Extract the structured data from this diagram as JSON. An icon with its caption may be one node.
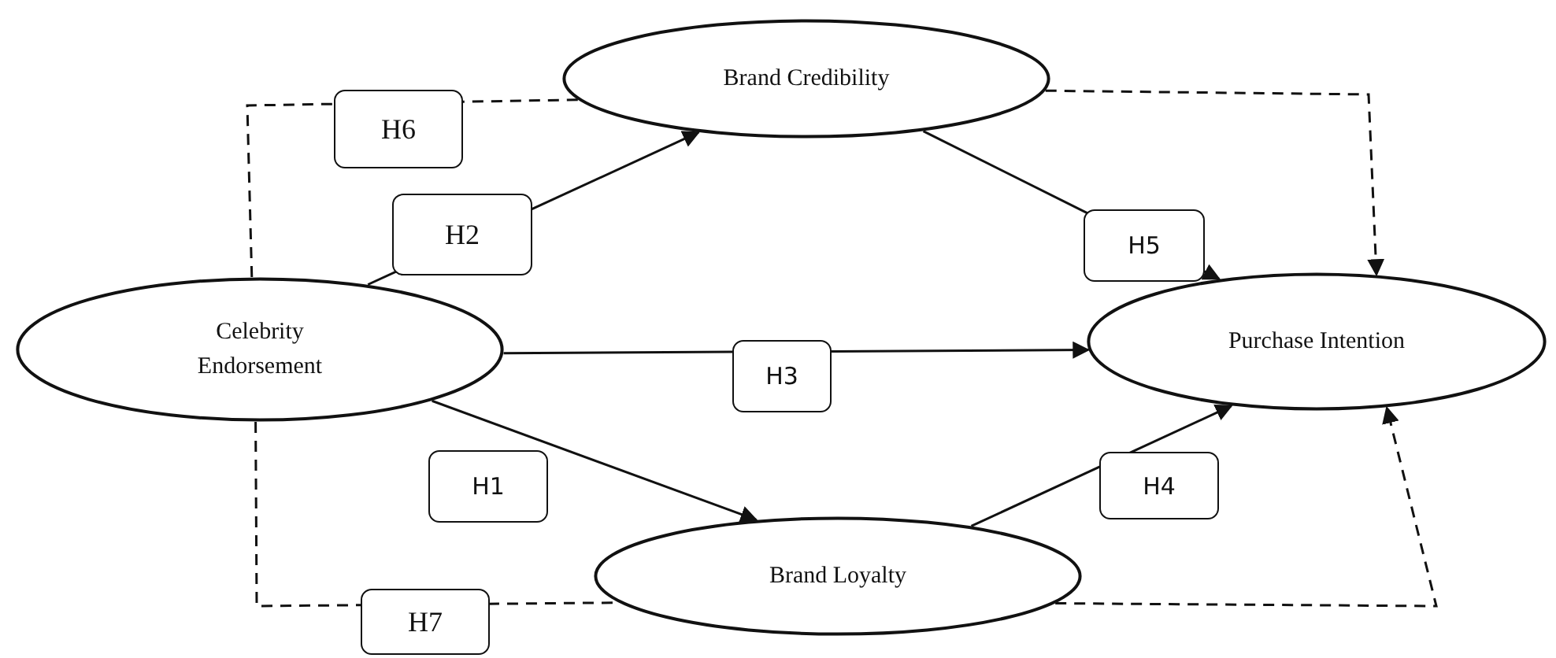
{
  "diagram": {
    "nodes": [
      {
        "text": [
          "Celebrity Endorsement"
        ]
      },
      {
        "text": [
          "Brand Credibility"
        ]
      },
      {
        "text": [
          "Purchase Intention"
        ]
      },
      {
        "text": [
          "Brand Loyalty"
        ]
      }
    ],
    "edges": [
      {
        "from": 0,
        "to": 1,
        "arrow": "to",
        "label": "H2"
      },
      {
        "from": 0,
        "to": 3,
        "arrow": "to",
        "label": "H1"
      },
      {
        "from": 0,
        "to": 2,
        "arrow": "to",
        "label": "H3"
      },
      {
        "from": 1,
        "to": 2,
        "arrow": "to",
        "label": "H5"
      },
      {
        "from": 3,
        "to": 2,
        "arrow": "to",
        "label": "H4"
      },
      {
        "from": 0,
        "to": 1,
        "arrow": "none",
        "label": "H6",
        "style": "dashed"
      },
      {
        "from": 1,
        "to": 2,
        "arrow": "to",
        "style": "dashed"
      },
      {
        "from": 0,
        "to": 3,
        "arrow": "none",
        "label": "H7",
        "style": "dashed"
      },
      {
        "from": 3,
        "to": 2,
        "arrow": "to",
        "style": "dashed"
      }
    ]
  }
}
